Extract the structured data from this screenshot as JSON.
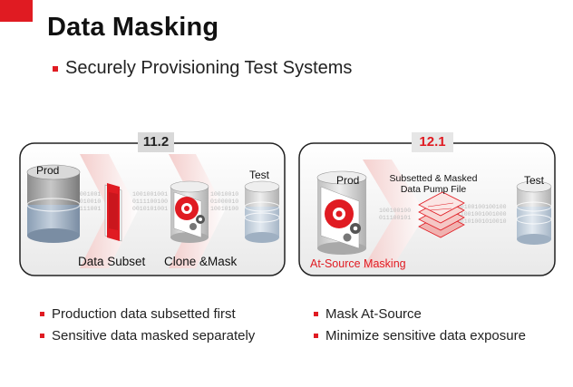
{
  "slide": {
    "title": "Data Masking",
    "subtitle": "Securely Provisioning Test Systems"
  },
  "left_panel": {
    "version": "11.2",
    "prod_label": "Prod",
    "test_label": "Test",
    "subset_label": "Data Subset",
    "clone_label": "Clone &Mask",
    "binary_text": "1001001001"
  },
  "right_panel": {
    "version": "12.1",
    "prod_label": "Prod",
    "file_label": "Subsetted & Masked Data Pump File",
    "test_label": "Test",
    "source_label": "At-Source Masking",
    "binary_text": "100100100100100100"
  },
  "bullets_left": [
    "Production data subsetted first",
    "Sensitive data masked separately"
  ],
  "bullets_right": [
    "Mask At-Source",
    "Minimize sensitive data exposure"
  ],
  "colors": {
    "accent": "#e01b22",
    "version_left_bg": "#d9d9d9",
    "version_right_bg": "#e6e6e6",
    "source_label": "#e01b22"
  }
}
